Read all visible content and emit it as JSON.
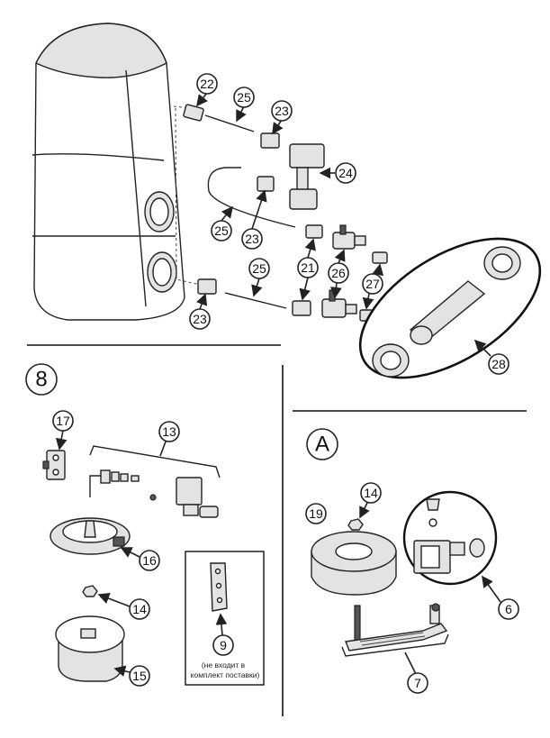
{
  "sections": {
    "section_8": "8",
    "section_A": "A"
  },
  "labels": {
    "l22": "22",
    "l25a": "25",
    "l23a": "23",
    "l24": "24",
    "l25b": "25",
    "l23b": "23",
    "l21": "21",
    "l26": "26",
    "l27": "27",
    "l25c": "25",
    "l23c": "23",
    "l28": "28",
    "l17": "17",
    "l13": "13",
    "l16": "16",
    "l14a": "14",
    "l15": "15",
    "l9": "9",
    "l19": "19",
    "l14b": "14",
    "l6": "6",
    "l7": "7"
  },
  "notes": {
    "not_included_line1": "(не входит в",
    "not_included_line2": "комплект поставки)"
  }
}
